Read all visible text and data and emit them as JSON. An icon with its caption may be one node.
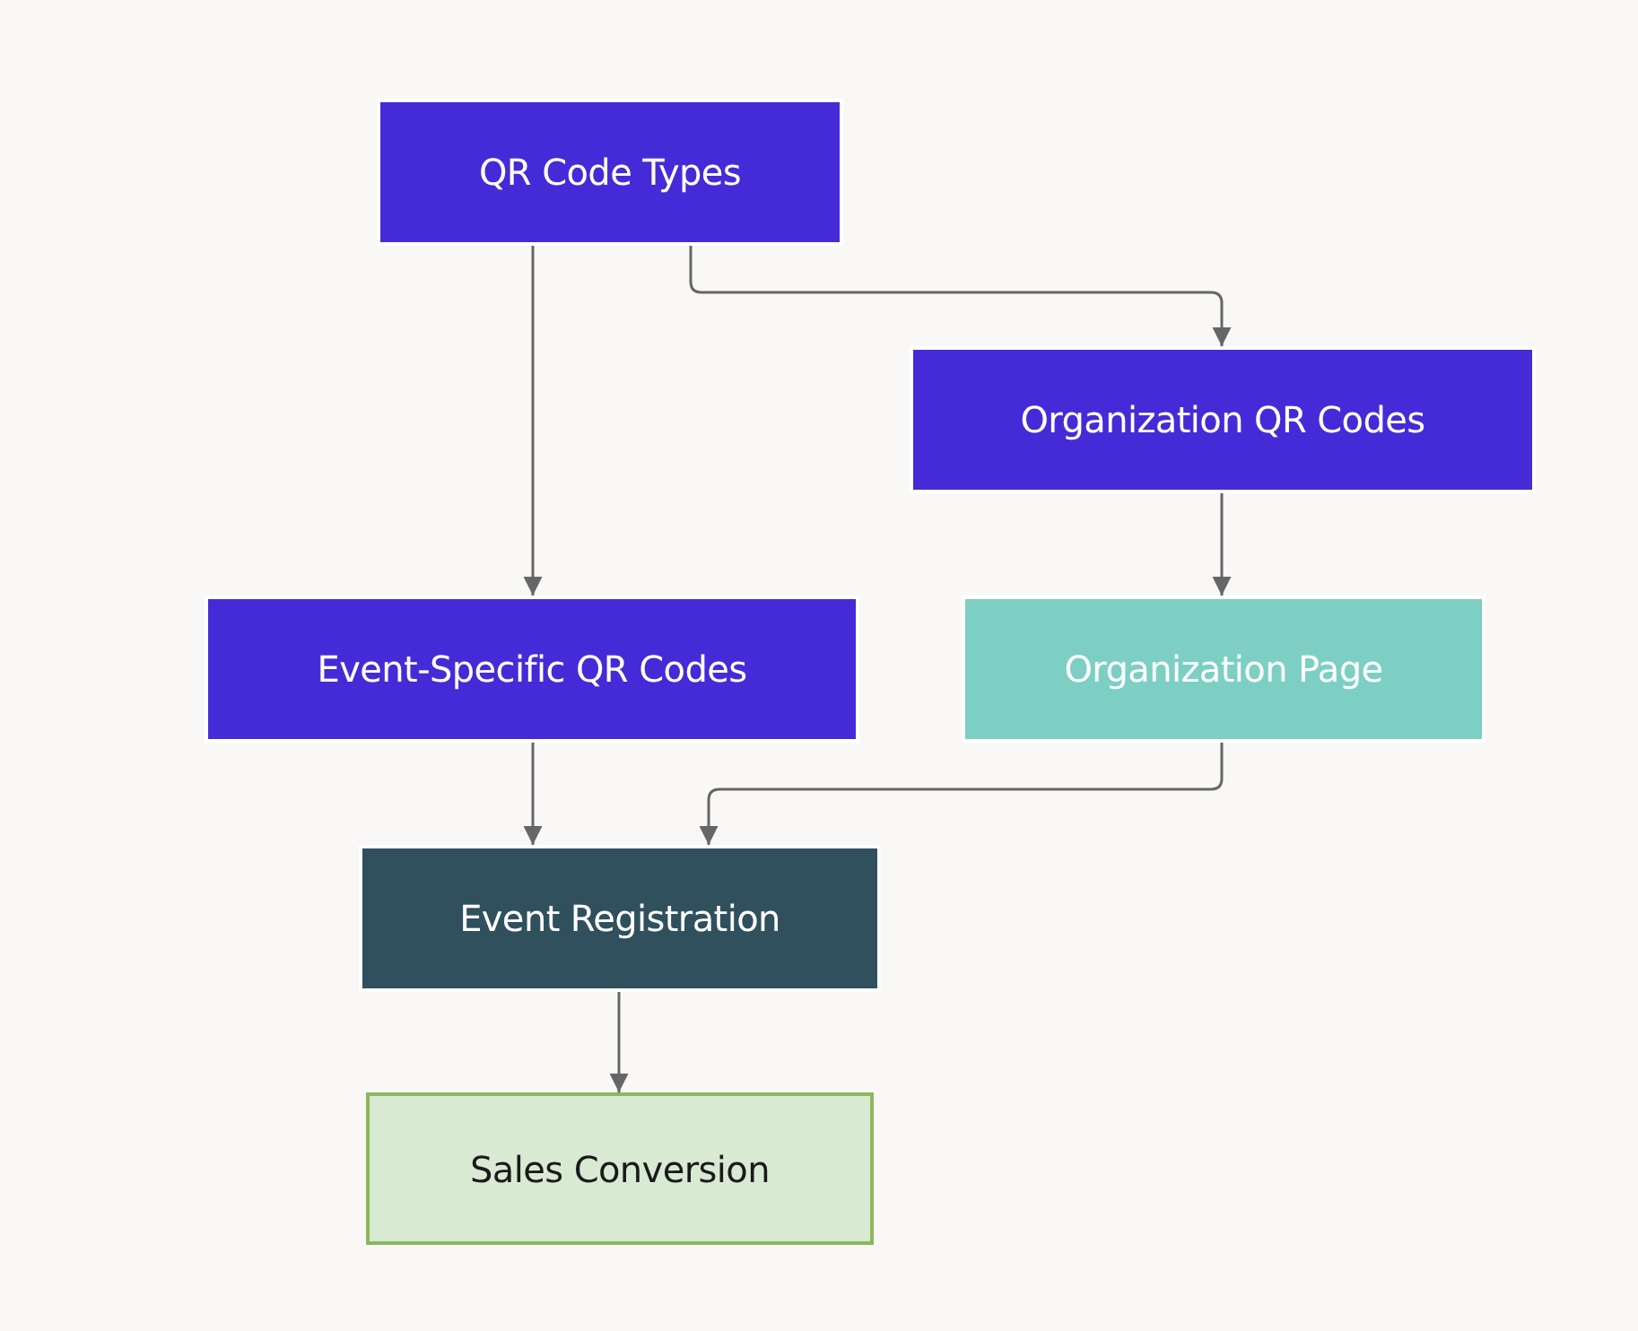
{
  "diagram": {
    "nodes": [
      {
        "text": [
          "QR Code Types"
        ]
      },
      {
        "text": [
          "Organization QR Codes"
        ]
      },
      {
        "text": [
          "Event-Specific QR Codes"
        ]
      },
      {
        "text": [
          "Organization Page"
        ]
      },
      {
        "text": [
          "Event Registration"
        ]
      },
      {
        "text": [
          "Sales Conversion"
        ]
      }
    ],
    "edges": [
      {
        "from": 0,
        "to": 2,
        "arrow": "to"
      },
      {
        "from": 0,
        "to": 1,
        "arrow": "to"
      },
      {
        "from": 1,
        "to": 3,
        "arrow": "to"
      },
      {
        "from": 2,
        "to": 4,
        "arrow": "to"
      },
      {
        "from": 3,
        "to": 4,
        "arrow": "to"
      },
      {
        "from": 4,
        "to": 5,
        "arrow": "to"
      }
    ]
  }
}
